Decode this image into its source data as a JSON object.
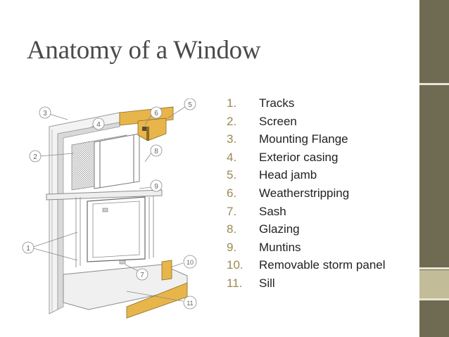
{
  "title": "Anatomy of a Window",
  "parts": [
    {
      "num": "1.",
      "label": "Tracks"
    },
    {
      "num": "2.",
      "label": "Screen"
    },
    {
      "num": "3.",
      "label": "Mounting Flange"
    },
    {
      "num": "4.",
      "label": "Exterior casing"
    },
    {
      "num": "5.",
      "label": "Head jamb"
    },
    {
      "num": "6.",
      "label": "Weatherstripping"
    },
    {
      "num": "7.",
      "label": "Sash"
    },
    {
      "num": "8.",
      "label": "Glazing"
    },
    {
      "num": "9.",
      "label": "Muntins"
    },
    {
      "num": "10.",
      "label": "Removable storm panel"
    },
    {
      "num": "11.",
      "label": "Sill"
    }
  ],
  "diagram": {
    "callouts": [
      "1",
      "2",
      "3",
      "4",
      "5",
      "6",
      "7",
      "8",
      "9",
      "10",
      "11"
    ]
  },
  "colors": {
    "accent_band": "#6f6a52",
    "accent_tan": "#c2bc98",
    "list_number": "#9a8a52",
    "wood": "#e8b54a"
  }
}
